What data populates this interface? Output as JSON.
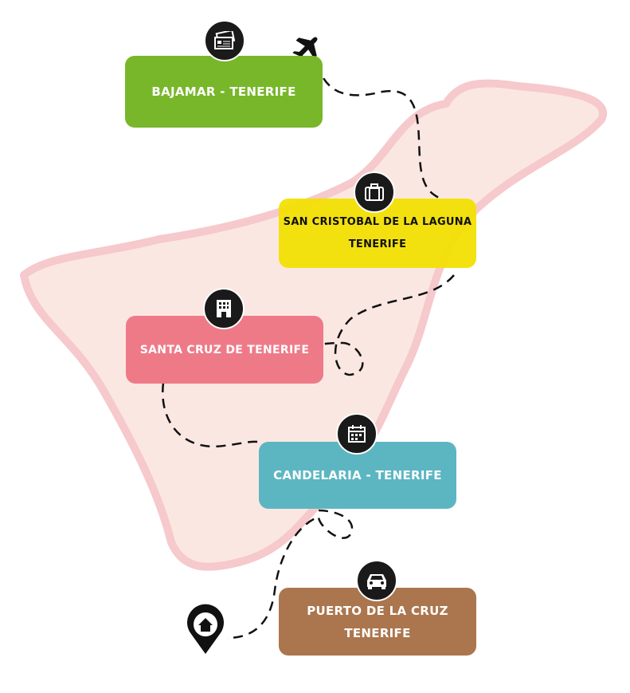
{
  "stops": [
    {
      "line1": "BAJAMAR - TENERIFE",
      "line2": "",
      "color": "#78b72a",
      "icon": "tickets-icon"
    },
    {
      "line1": "SAN CRISTOBAL DE LA LAGUNA",
      "line2": "TENERIFE",
      "color": "#f2e003",
      "icon": "suitcase-icon"
    },
    {
      "line1": "SANTA CRUZ DE TENERIFE",
      "line2": "",
      "color": "#ee7a88",
      "icon": "hotel-icon"
    },
    {
      "line1": "CANDELARIA - TENERIFE",
      "line2": "",
      "color": "#5cb6c2",
      "icon": "calendar-icon"
    },
    {
      "line1": "PUERTO DE LA CRUZ",
      "line2": "TENERIFE",
      "color": "#ab764e",
      "icon": "car-icon"
    }
  ]
}
